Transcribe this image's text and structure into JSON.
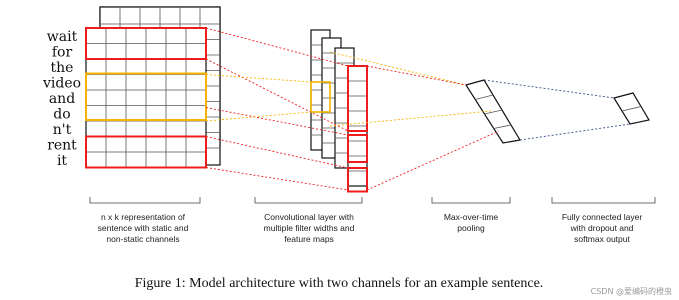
{
  "words": [
    "wait",
    "for",
    "the",
    "video",
    "and",
    "do",
    "n't",
    "rent",
    "it"
  ],
  "section_labels": [
    {
      "lines": [
        "n x k representation of",
        "sentence with static and",
        "non-static channels"
      ]
    },
    {
      "lines": [
        "Convolutional layer with",
        "multiple filter widths and",
        "feature maps"
      ]
    },
    {
      "lines": [
        "Max-over-time",
        "pooling"
      ]
    },
    {
      "lines": [
        "Fully connected layer",
        "with dropout and",
        "softmax output"
      ]
    }
  ],
  "caption": "Figure 1: Model architecture with two channels for an example sentence.",
  "watermark": "CSDN @爱编码的橙虫",
  "colors": {
    "red": "#ee1c1c",
    "yellow": "#f5b400",
    "blue": "#3a4f8f",
    "grid": "#555555",
    "border": "#111111"
  }
}
